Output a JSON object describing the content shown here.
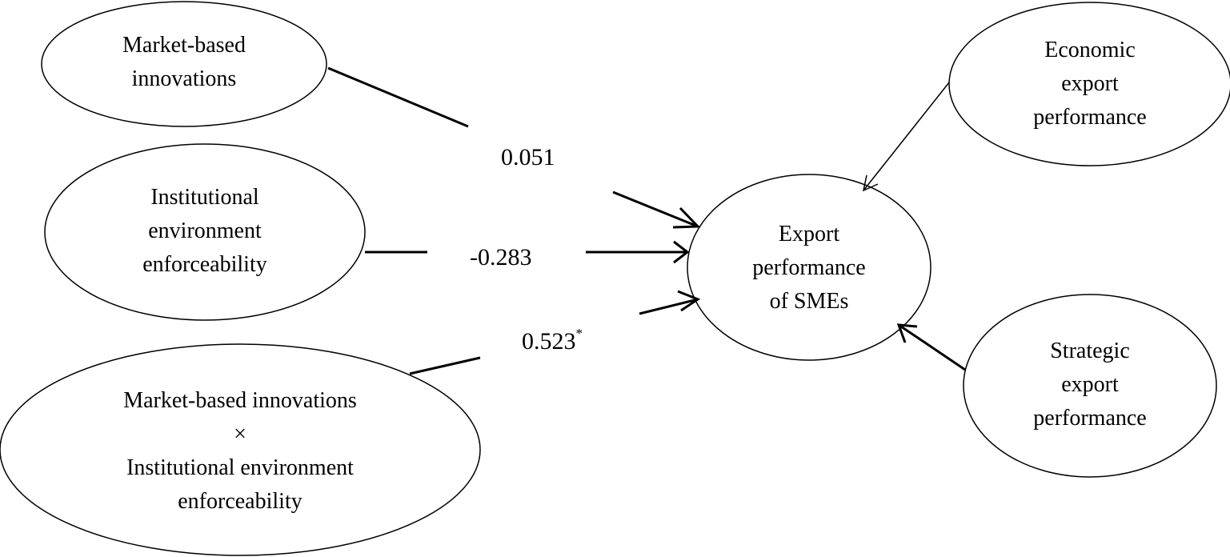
{
  "nodes": {
    "mbi": {
      "lines": [
        "Market-based",
        "innovations"
      ]
    },
    "iee": {
      "lines": [
        "Institutional",
        "environment",
        "enforceability"
      ]
    },
    "interaction": {
      "lines": [
        "Market-based innovations",
        "×",
        "Institutional environment",
        "enforceability"
      ]
    },
    "export": {
      "lines": [
        "Export",
        "performance",
        "of SMEs"
      ]
    },
    "economic": {
      "lines": [
        "Economic",
        "export",
        "performance"
      ]
    },
    "strategic": {
      "lines": [
        "Strategic",
        "export",
        "performance"
      ]
    }
  },
  "paths": {
    "mbi_to_export": {
      "coefficient": "0.051",
      "significance": ""
    },
    "iee_to_export": {
      "coefficient": "-0.283",
      "significance": ""
    },
    "interaction_to_export": {
      "coefficient": "0.523",
      "significance": "*"
    }
  },
  "colors": {
    "stroke": "#000000",
    "background": "#ffffff"
  }
}
